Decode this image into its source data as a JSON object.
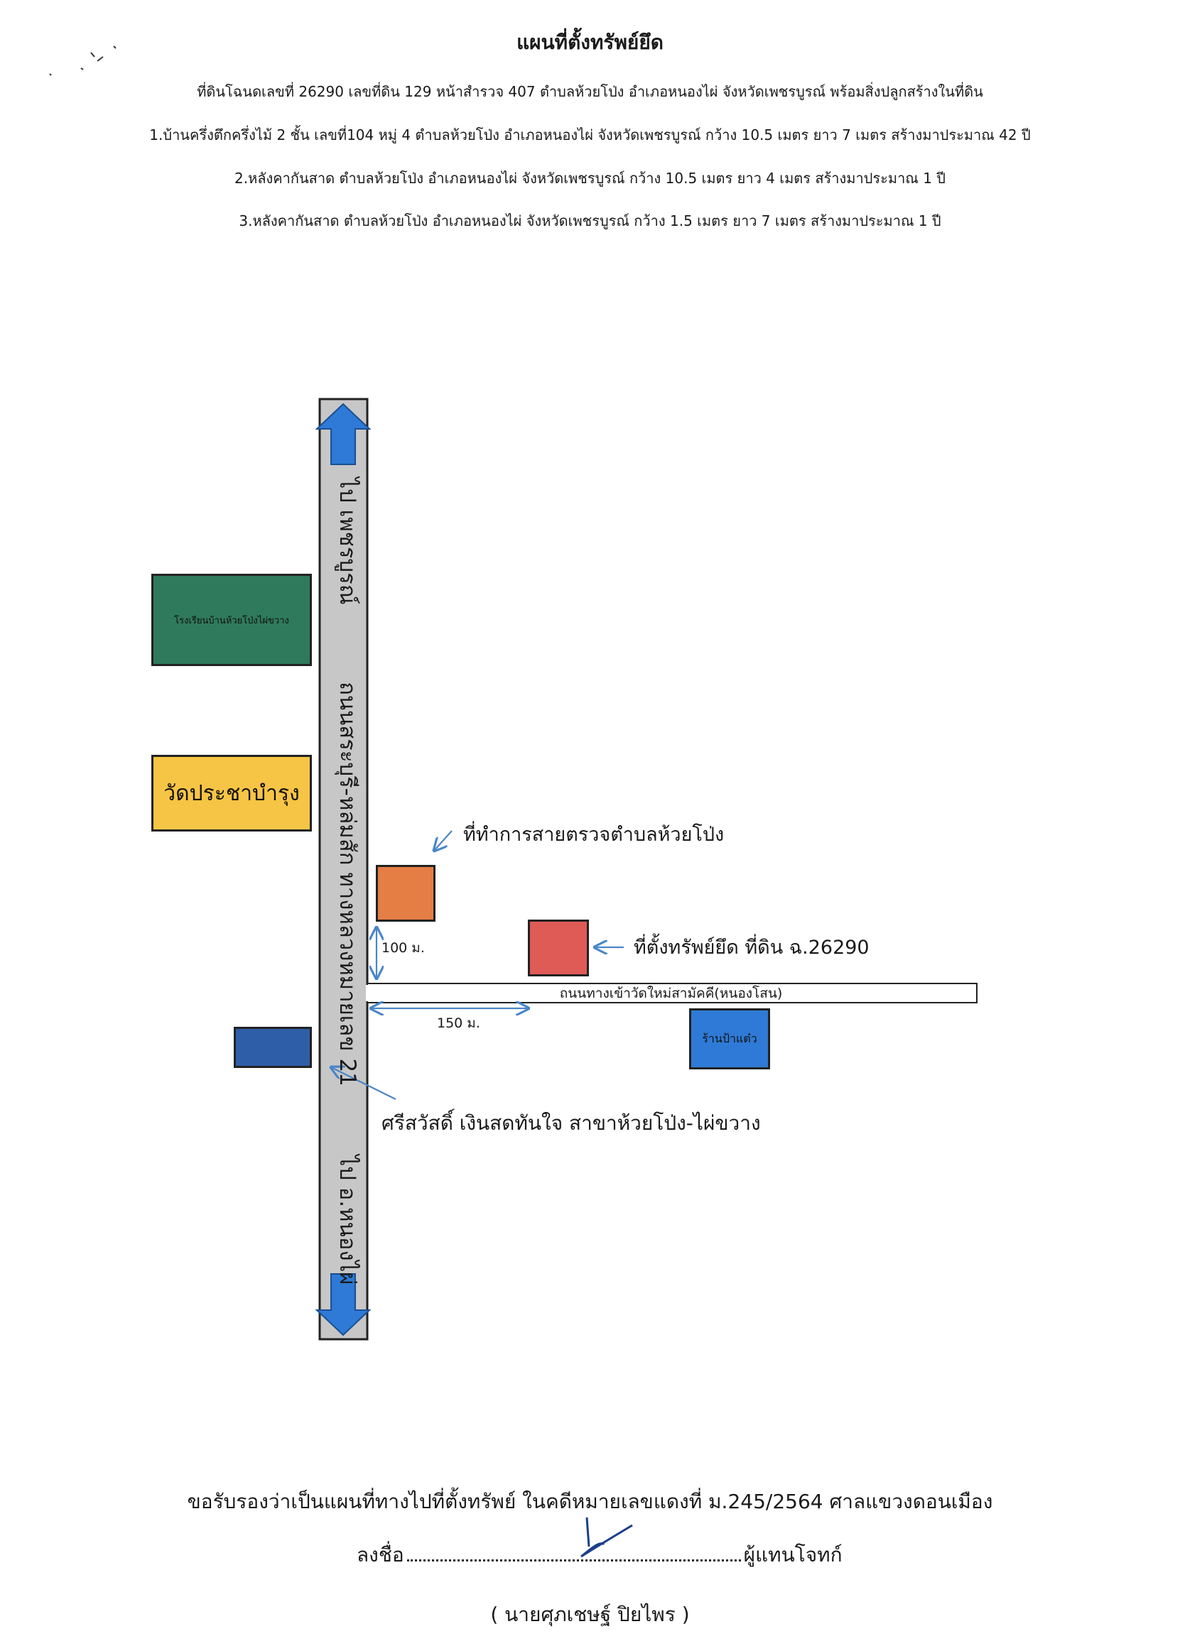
{
  "title": "แผนที่ตั้งทรัพย์ยึด",
  "description": {
    "main": "ที่ดินโฉนดเลขที่ 26290 เลขที่ดิน 129 หน้าสำรวจ 407 ตำบลห้วยโป่ง อำเภอหนองไผ่ จังหวัดเพชรบูรณ์ พร้อมสิ่งปลูกสร้างในที่ดิน",
    "items": [
      "1.บ้านครึ่งตึกครึ่งไม้ 2 ชั้น เลขที่104 หมู่ 4 ตำบลห้วยโป่ง อำเภอหนองไผ่ จังหวัดเพชรบูรณ์ กว้าง 10.5 เมตร ยาว 7 เมตร สร้างมาประมาณ 42 ปี",
      "2.หลังคากันสาด ตำบลห้วยโป่ง อำเภอหนองไผ่ จังหวัดเพชรบูรณ์ กว้าง 10.5 เมตร ยาว 4 เมตร สร้างมาประมาณ 1 ปี",
      "3.หลังคากันสาด ตำบลห้วยโป่ง อำเภอหนองไผ่ จังหวัดเพชรบูรณ์ กว้าง 1.5 เมตร ยาว 7 เมตร สร้างมาประมาณ 1 ปี"
    ]
  },
  "map": {
    "main_road": "ถนนสระบุรี-หล่มสัก ทางหลวงหมายเลข 21",
    "direction_north": "ไป เพชรบูรณ์",
    "direction_south": "ไป อ.หนองไผ่",
    "side_road": "ถนนทางเข้าวัดใหม่สามัคคี(หนองโสน)",
    "school": "โรงเรียนบ้านห้วยโป่งไผ่ขวาง",
    "temple": "วัดประชาบำรุง",
    "police": "ที่ทำการสายตรวจตำบลห้วยโป่ง",
    "property": "ที่ตั้งทรัพย์ยึด ที่ดิน ฉ.26290",
    "shop": "ร้านป้าแต๋ว",
    "bank": "ศรีสวัสดิ์ เงินสดทันใจ สาขาห้วยโป่ง-ไผ่ขวาง",
    "dist_100": "100 ม.",
    "dist_150": "150 ม.",
    "colors": {
      "road": "#c7c7c7",
      "arrow": "#2e7ad6",
      "school": "#2f7a5c",
      "temple": "#f7c545",
      "police": "#e47e44",
      "property": "#df5b56",
      "shop": "#2e7ad6",
      "bank": "#2f5ea8",
      "pointer": "#4a86c8"
    }
  },
  "footer": {
    "certification": "ขอรับรองว่าเป็นแผนที่ทางไปที่ตั้งทรัพย์ ในคดีหมายเลขแดงที่ ม.245/2564 ศาลแขวงดอนเมือง",
    "sign_prefix": "ลงชื่อ",
    "sign_suffix": "ผู้แทนโจทก์",
    "name": "( นายศุภเชษฐ์ ปิยไพร )"
  }
}
